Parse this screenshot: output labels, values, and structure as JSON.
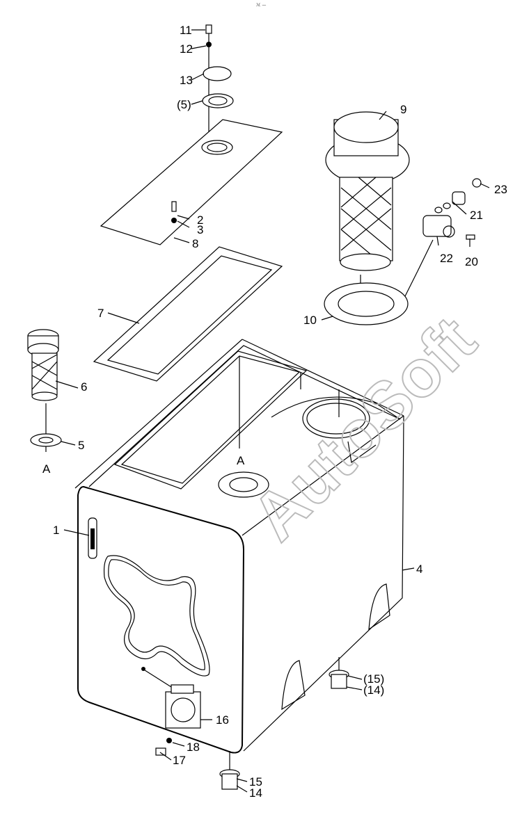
{
  "header_mark": "ℳ —",
  "watermark": "AutoSoft",
  "callouts": {
    "c1": "1",
    "c2": "2",
    "c3": "3",
    "c4": "4",
    "c5": "5",
    "c5p": "(5)",
    "c6": "6",
    "c7": "7",
    "c8": "8",
    "c9": "9",
    "c10": "10",
    "c11": "11",
    "c12": "12",
    "c13": "13",
    "c14": "14",
    "c14p": "(14)",
    "c15": "15",
    "c15p": "(15)",
    "c16": "16",
    "c17": "17",
    "c18": "18",
    "c20": "20",
    "c21": "21",
    "c22": "22",
    "c23": "23",
    "refA1": "A",
    "refA2": "A"
  }
}
